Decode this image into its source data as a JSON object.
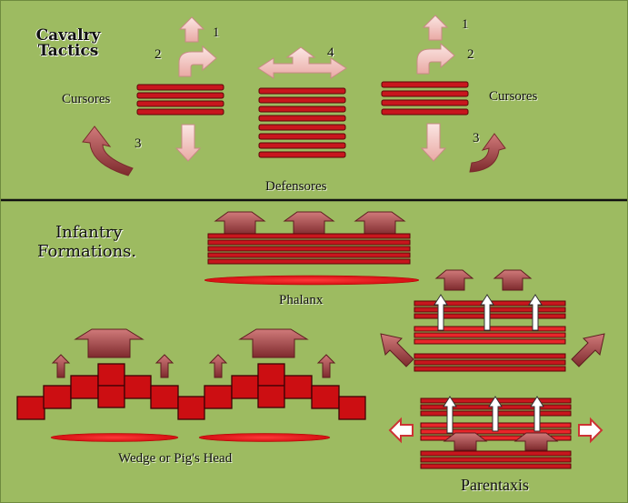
{
  "cavalry": {
    "title_line1": "Cavalry",
    "title_line2": "Tactics",
    "left_label": "Cursores",
    "right_label": "Cursores",
    "center_label": "Defensores",
    "numbers": {
      "left_1": "1",
      "left_2": "2",
      "left_3": "3",
      "center_4": "4",
      "right_1": "1",
      "right_2": "2",
      "right_3": "3"
    }
  },
  "infantry": {
    "title_line1": "Infantry",
    "title_line2": "Formations.",
    "phalanx_label": "Phalanx",
    "wedge_label": "Wedge or Pig's Head",
    "parentaxis_label": "Parentaxis"
  },
  "colors": {
    "background": "#9dbb61",
    "unit_red": "#c8161d",
    "unit_dark": "#7a0b10",
    "arrow_brown": "#a7474a",
    "arrow_pink": "#f2c6c3",
    "divider": "#111111"
  }
}
